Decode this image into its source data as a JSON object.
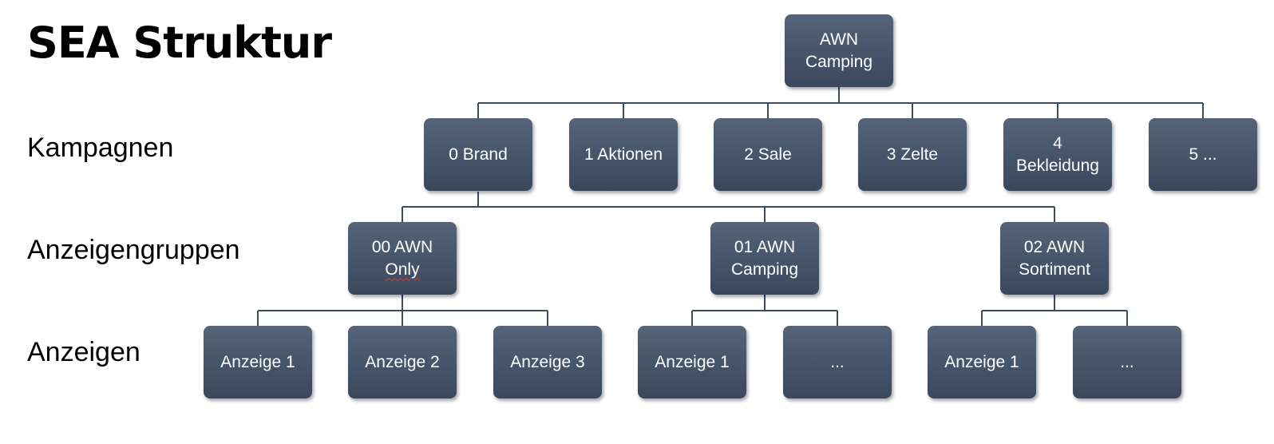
{
  "title": "SEA Struktur",
  "row_labels": {
    "kampagnen": "Kampagnen",
    "anzeigengruppen": "Anzeigengruppen",
    "anzeigen": "Anzeigen"
  },
  "root": {
    "label": "AWN\nCamping"
  },
  "campaigns": [
    {
      "label": "0 Brand"
    },
    {
      "label": "1 Aktionen"
    },
    {
      "label": "2 Sale"
    },
    {
      "label": "3 Zelte"
    },
    {
      "label": "4\nBekleidung"
    },
    {
      "label": "5 ..."
    }
  ],
  "ad_groups": [
    {
      "label_line1": "00 AWN",
      "label_line2": "Only"
    },
    {
      "label": "01 AWN\nCamping"
    },
    {
      "label": "02 AWN\nSortiment"
    }
  ],
  "ads": [
    {
      "label": "Anzeige 1"
    },
    {
      "label": "Anzeige 2"
    },
    {
      "label": "Anzeige 3"
    },
    {
      "label": "Anzeige 1"
    },
    {
      "label": "..."
    },
    {
      "label": "Anzeige 1"
    },
    {
      "label": "..."
    }
  ],
  "colors": {
    "box": "#46546a",
    "box_text": "#ffffff",
    "connector": "#3e4a5e",
    "spellcheck_underline": "#d63b3b"
  }
}
